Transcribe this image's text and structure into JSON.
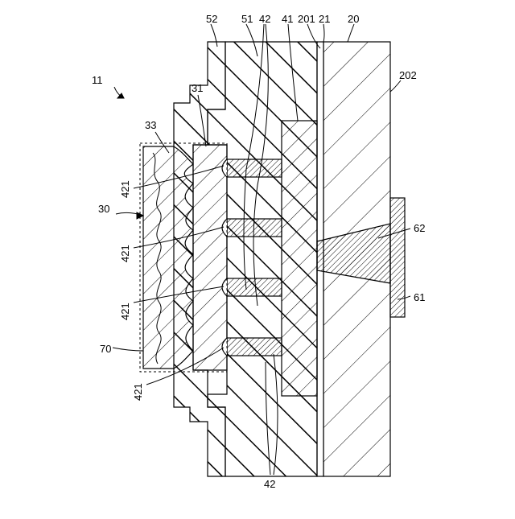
{
  "figure": {
    "labels": {
      "ref_11": "11",
      "ref_52": "52",
      "ref_51": "51",
      "ref_42_top": "42",
      "ref_201": "201",
      "ref_21": "21",
      "ref_20": "20",
      "ref_41": "41",
      "ref_202": "202",
      "ref_31": "31",
      "ref_33": "33",
      "ref_30": "30",
      "ref_70": "70",
      "ref_421_a": "421",
      "ref_421_b": "421",
      "ref_421_c": "421",
      "ref_421_d": "421",
      "ref_62": "62",
      "ref_61": "61",
      "ref_42_bottom": "42"
    }
  }
}
